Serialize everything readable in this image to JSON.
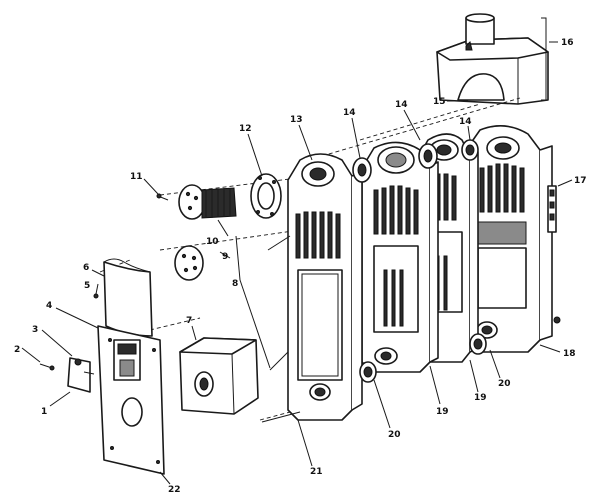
{
  "callouts": [
    {
      "id": "p1",
      "label": "1"
    },
    {
      "id": "p2",
      "label": "2"
    },
    {
      "id": "p3",
      "label": "3"
    },
    {
      "id": "p4",
      "label": "4"
    },
    {
      "id": "p5",
      "label": "5"
    },
    {
      "id": "p6",
      "label": "6"
    },
    {
      "id": "p7",
      "label": "7"
    },
    {
      "id": "p8",
      "label": "8"
    },
    {
      "id": "p9",
      "label": "9"
    },
    {
      "id": "p10",
      "label": "10"
    },
    {
      "id": "p11",
      "label": "11"
    },
    {
      "id": "p12",
      "label": "12"
    },
    {
      "id": "p13",
      "label": "13"
    },
    {
      "id": "p14a",
      "label": "14"
    },
    {
      "id": "p14b",
      "label": "14"
    },
    {
      "id": "p14c",
      "label": "14"
    },
    {
      "id": "p15",
      "label": "15"
    },
    {
      "id": "p16",
      "label": "16"
    },
    {
      "id": "p17",
      "label": "17"
    },
    {
      "id": "p18",
      "label": "18"
    },
    {
      "id": "p19a",
      "label": "19"
    },
    {
      "id": "p19b",
      "label": "19"
    },
    {
      "id": "p20a",
      "label": "20"
    },
    {
      "id": "p20b",
      "label": "20"
    },
    {
      "id": "p21",
      "label": "21"
    },
    {
      "id": "p22",
      "label": "22"
    }
  ]
}
